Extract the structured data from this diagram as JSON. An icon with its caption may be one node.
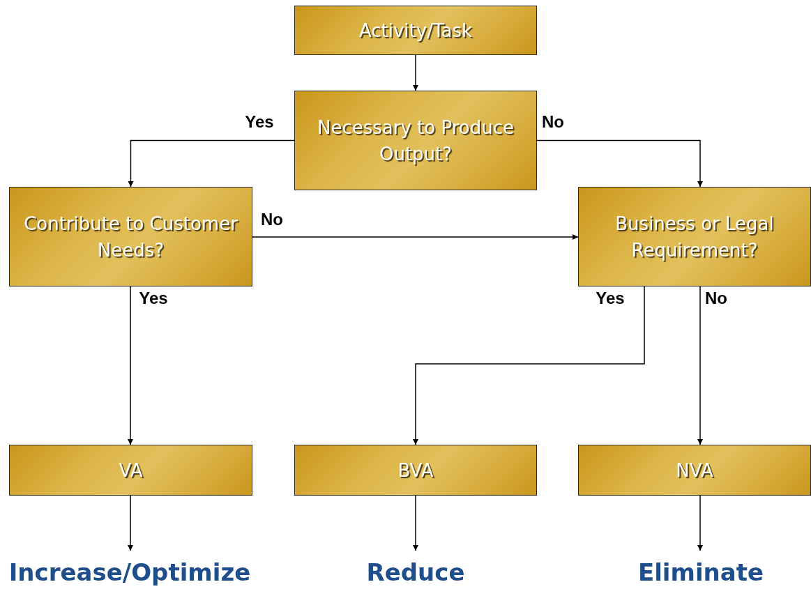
{
  "diagram": {
    "nodes": [
      {
        "text": [
          "Activity/Task"
        ]
      },
      {
        "text": [
          "Necessary to Produce Output?"
        ]
      },
      {
        "text": [
          "Contribute to Customer Needs?"
        ]
      },
      {
        "text": [
          "Business or Legal Requirement?"
        ]
      },
      {
        "text": [
          "VA"
        ]
      },
      {
        "text": [
          "BVA"
        ]
      },
      {
        "text": [
          "NVA"
        ]
      },
      {
        "text": [
          "Increase/Optimize"
        ]
      },
      {
        "text": [
          "Reduce"
        ]
      },
      {
        "text": [
          "Eliminate"
        ]
      }
    ],
    "edges": [
      {
        "from": 0,
        "to": 1,
        "arrow": "to"
      },
      {
        "from": 1,
        "to": 2,
        "arrow": "to",
        "label": "Yes"
      },
      {
        "from": 1,
        "to": 3,
        "arrow": "to",
        "label": "No"
      },
      {
        "from": 2,
        "to": 3,
        "arrow": "to",
        "label": "No"
      },
      {
        "from": 2,
        "to": 4,
        "arrow": "to",
        "label": "Yes"
      },
      {
        "from": 3,
        "to": 5,
        "arrow": "to",
        "label": "Yes"
      },
      {
        "from": 3,
        "to": 6,
        "arrow": "to",
        "label": "No"
      },
      {
        "from": 4,
        "to": 7,
        "arrow": "to"
      },
      {
        "from": 5,
        "to": 8,
        "arrow": "to"
      },
      {
        "from": 6,
        "to": 9,
        "arrow": "to"
      }
    ]
  }
}
